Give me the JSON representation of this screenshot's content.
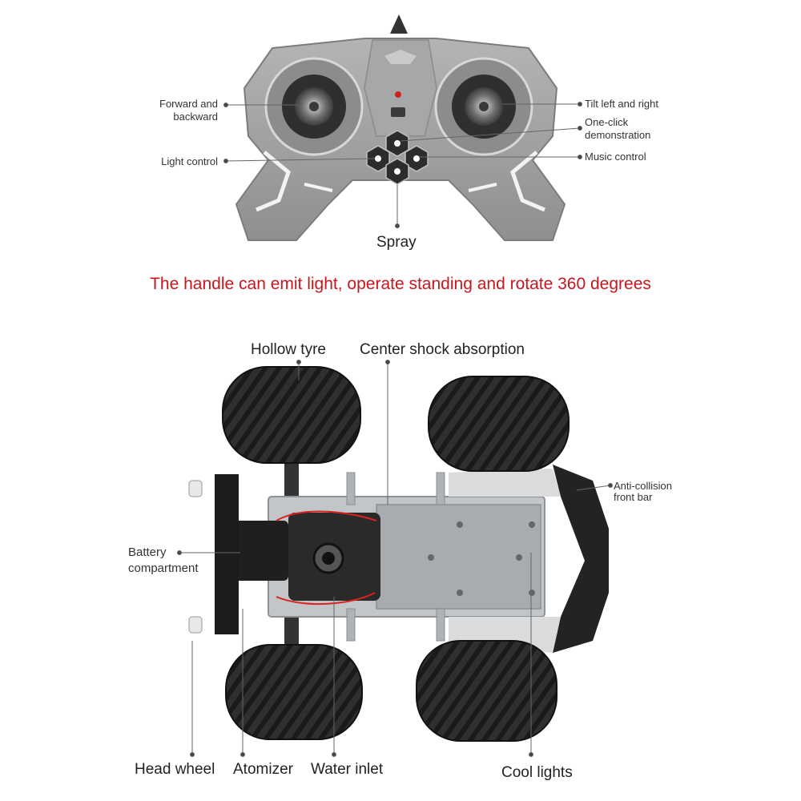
{
  "controller": {
    "labels": {
      "forward": "Forward and\nbackward",
      "light": "Light control",
      "tilt": "Tilt left and right",
      "demo": "One-click\ndemonstration",
      "music": "Music control",
      "spray": "Spray"
    }
  },
  "headline": "The handle can emit light, operate standing and rotate 360 degrees",
  "car": {
    "labels": {
      "hollow_tyre": "Hollow tyre",
      "center_shock": "Center shock absorption",
      "anti_collision": "Anti-collision\nfront bar",
      "battery": "Battery\ncompartment",
      "head_wheel": "Head wheel",
      "atomizer": "Atomizer",
      "water_inlet": "Water inlet",
      "cool_lights": "Cool lights"
    }
  },
  "colors": {
    "headline": "#c8161d",
    "controller_body": "#9a9a9a",
    "tyre": "#2b2b2b",
    "chassis": "#b9bcbf"
  }
}
